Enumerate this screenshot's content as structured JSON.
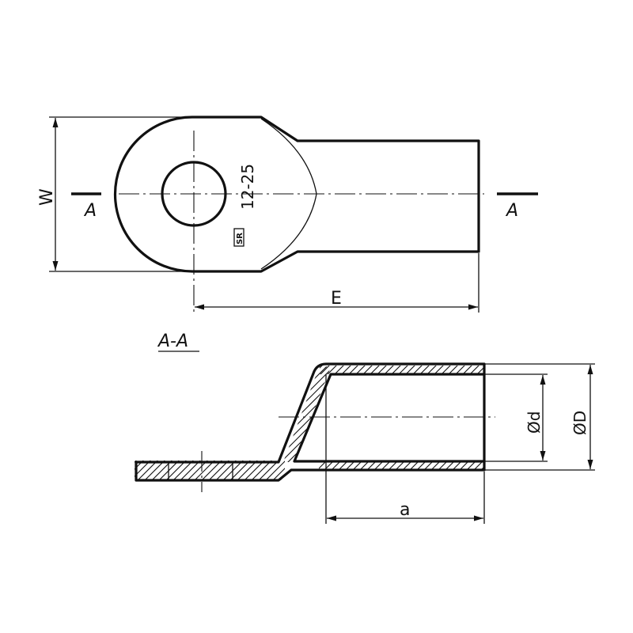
{
  "top_view": {
    "dim_w": "W",
    "dim_e": "E",
    "section_mark_left": "A",
    "section_mark_right": "A",
    "stamp_text": "12-25"
  },
  "section_view": {
    "title": "A-A",
    "dim_a": "a",
    "dim_d_inner": "Ød",
    "dim_d_outer": "ØD"
  }
}
